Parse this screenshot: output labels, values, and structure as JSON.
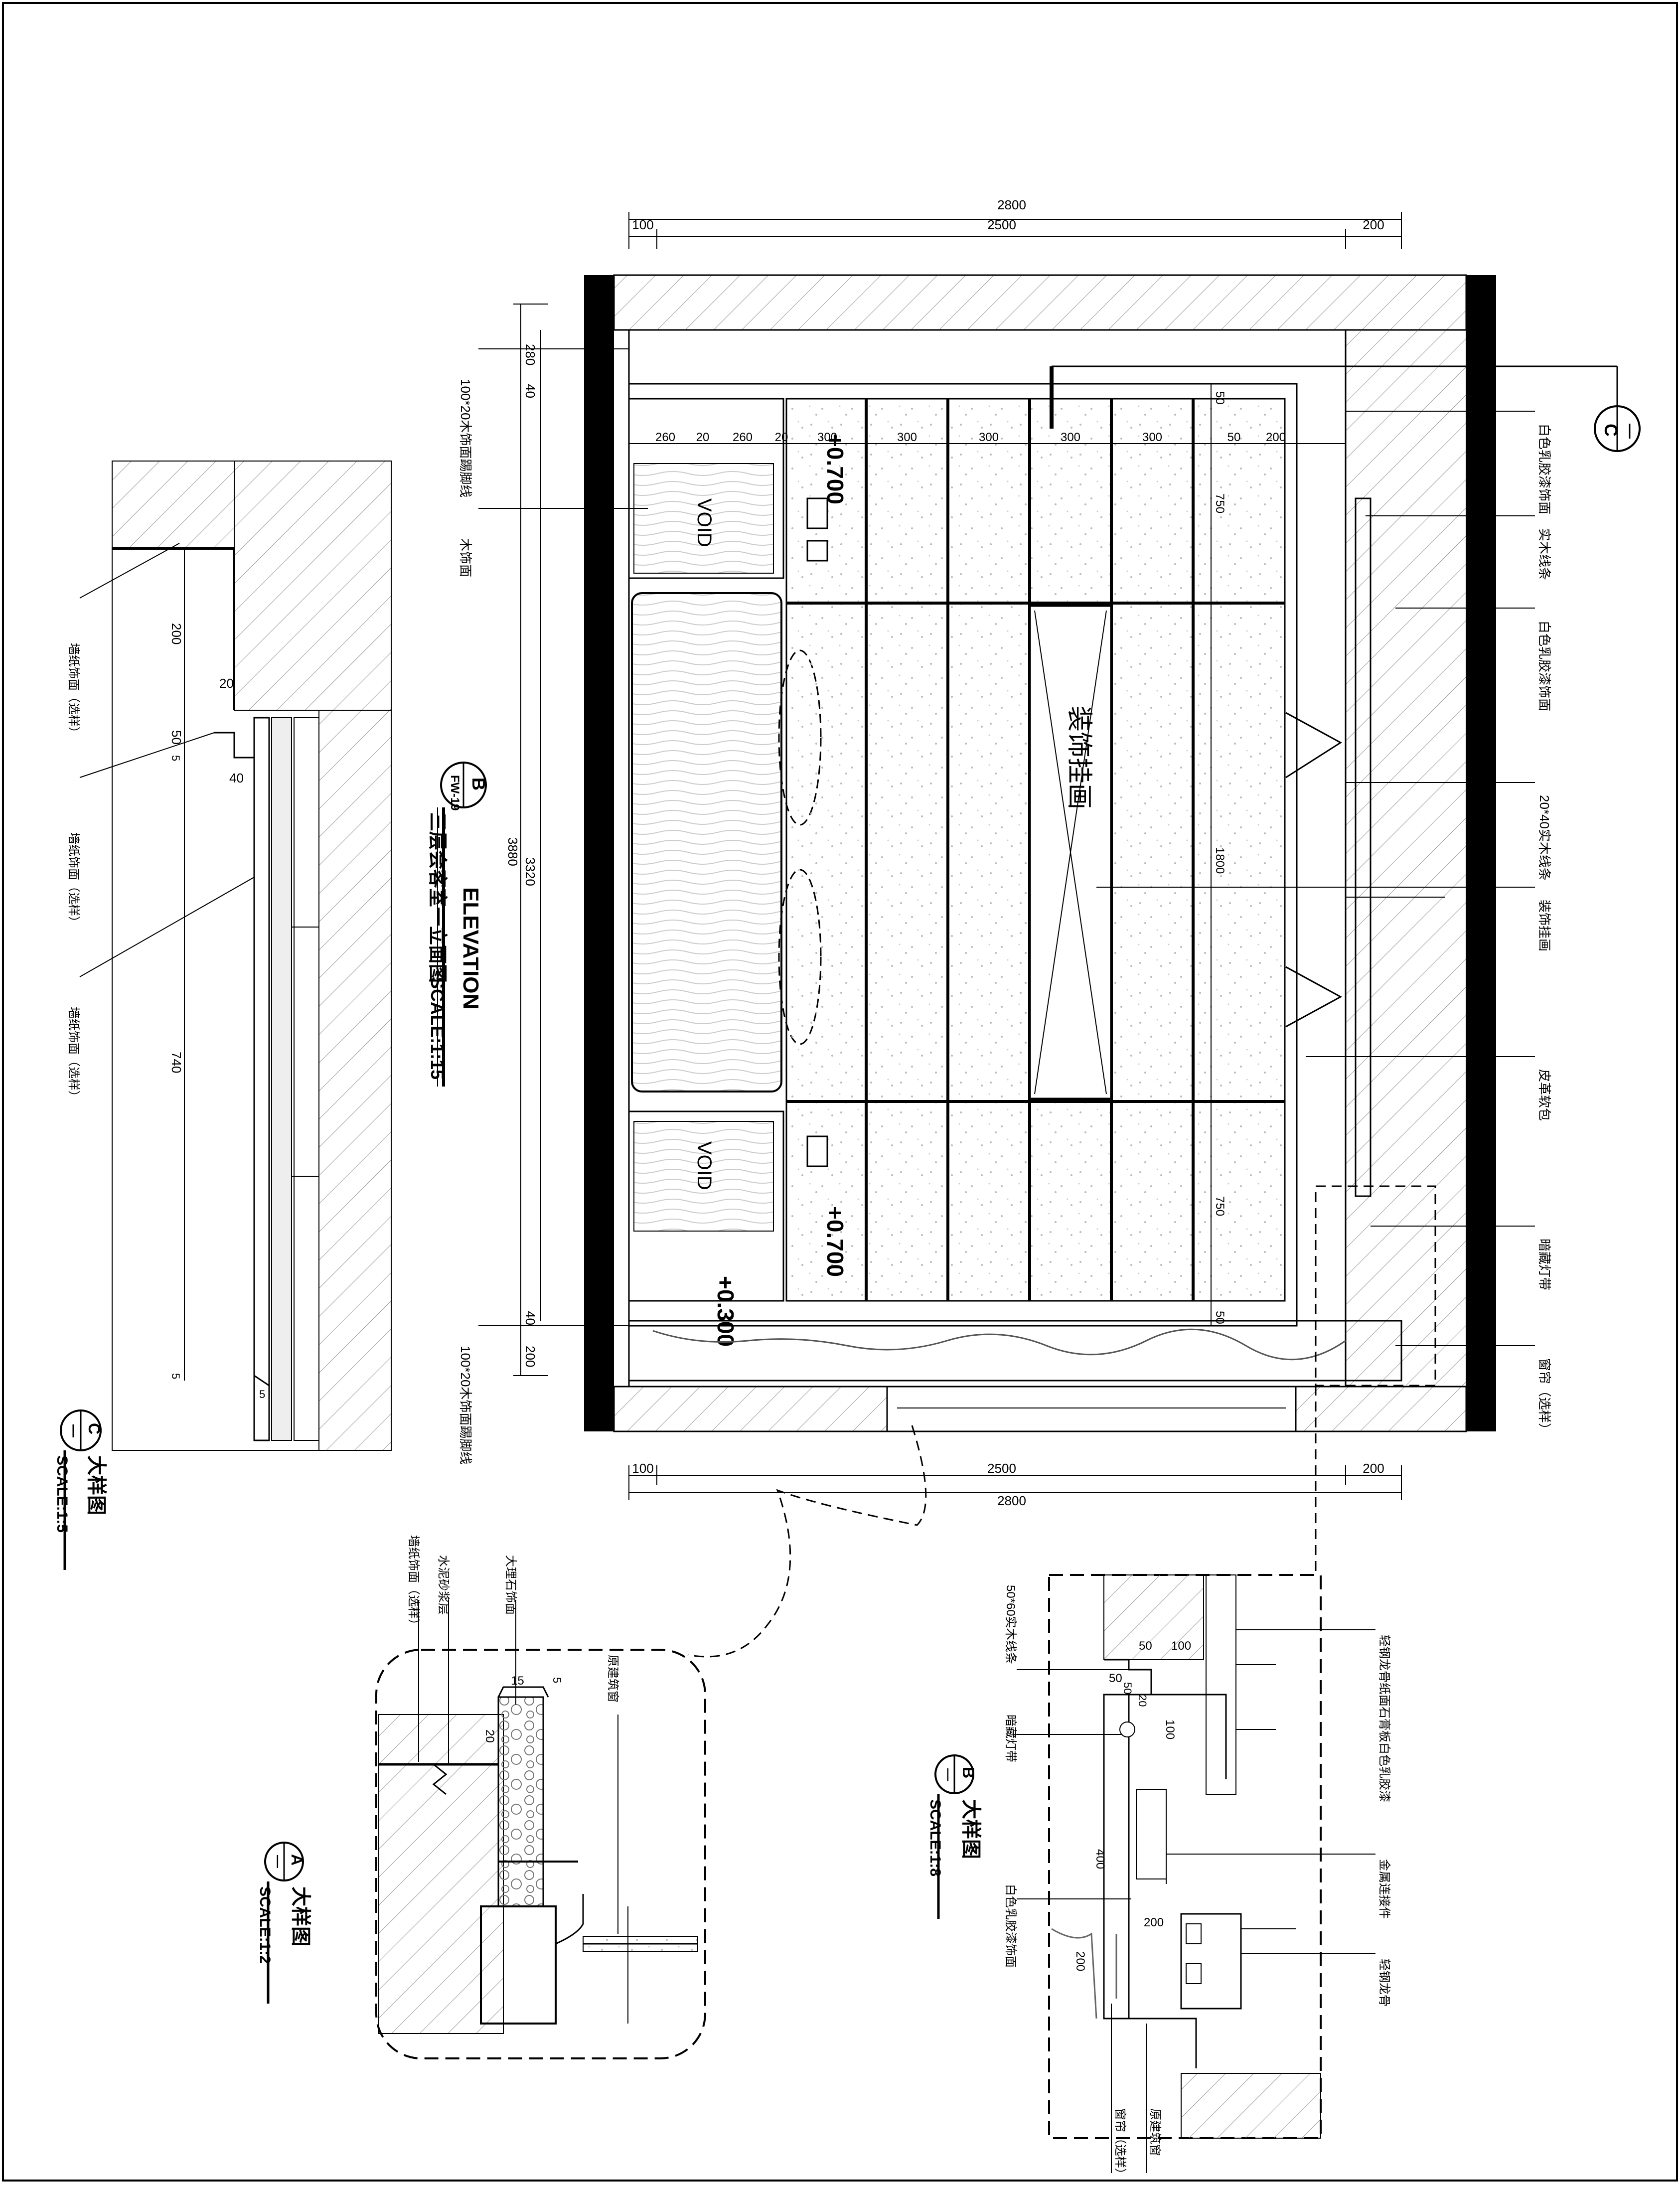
{
  "dimensions": {
    "top_total": "2800",
    "top_left": "100",
    "top_mid": "2500",
    "top_right": "200",
    "bottom_total": "2800",
    "bottom_left": "100",
    "bottom_mid": "2500",
    "bottom_right": "200",
    "cols": [
      "260",
      "20",
      "260",
      "20",
      "300",
      "300",
      "300",
      "300",
      "300",
      "50",
      "200"
    ],
    "left_total": "3880",
    "left_inner": "3320",
    "left_top": "280",
    "left_top_b": "40",
    "left_bot_a": "40",
    "left_bot_b": "200",
    "rows_right": [
      "50",
      "750",
      "1800",
      "750",
      "50"
    ]
  },
  "levels": {
    "upper_left": "+0.700",
    "lower_left": "+0.700",
    "bed": "+0.300"
  },
  "elevation": {
    "void_top": "VOID",
    "void_bottom": "VOID",
    "decor_painting": "装饰挂画",
    "left_callouts": [
      "100*20木饰面踢脚线",
      "木饰面",
      "100*20木饰面踢脚线"
    ],
    "right_callouts": [
      "白色乳胶漆饰面",
      "实木线条",
      "白色乳胶漆饰面",
      "20*40实木线条",
      "装饰挂画",
      "皮革软包",
      "暗藏灯带",
      "窗帘（选样）"
    ],
    "title_label": "ELEVATION",
    "title_zh": "三层会客室一立面图",
    "scale": "SCALE:1:15",
    "tag_letter": "B",
    "tag_ref": "FW-19"
  },
  "detail_c": {
    "dims": [
      "200",
      "20",
      "50",
      "5",
      "40",
      "740",
      "5",
      "5"
    ],
    "callouts": [
      "墙纸饰面（选样）",
      "墙纸饰面（选样）",
      "墙纸饰面（选样）"
    ],
    "title": "大样图",
    "scale": "SCALE:1:5",
    "tag_letter": "C",
    "tag_ref": "—"
  },
  "detail_a": {
    "dims": [
      "15",
      "5",
      "20"
    ],
    "callouts": [
      "墙纸饰面（选样）",
      "水泥砂浆层",
      "大理石饰面",
      "原建筑窗"
    ],
    "title": "大样图",
    "scale": "SCALE:1:2",
    "tag_letter": "A",
    "tag_ref": "—"
  },
  "detail_b": {
    "dims": [
      "50",
      "100",
      "50",
      "50",
      "20",
      "100",
      "400",
      "200",
      "200"
    ],
    "callouts_left": [
      "50*60实木线条",
      "暗藏灯带",
      "白色乳胶漆饰面"
    ],
    "callouts_right": [
      "轻钢龙骨纸面石膏板白色乳胶漆",
      "金属连接件",
      "轻钢龙骨"
    ],
    "callouts_bottom": [
      "原建筑窗",
      "窗帘（选样）"
    ],
    "title": "大样图",
    "scale": "SCALE:1:8",
    "tag_letter": "B",
    "tag_ref": "—"
  },
  "section_marker": {
    "letter": "C",
    "ref": "—"
  }
}
